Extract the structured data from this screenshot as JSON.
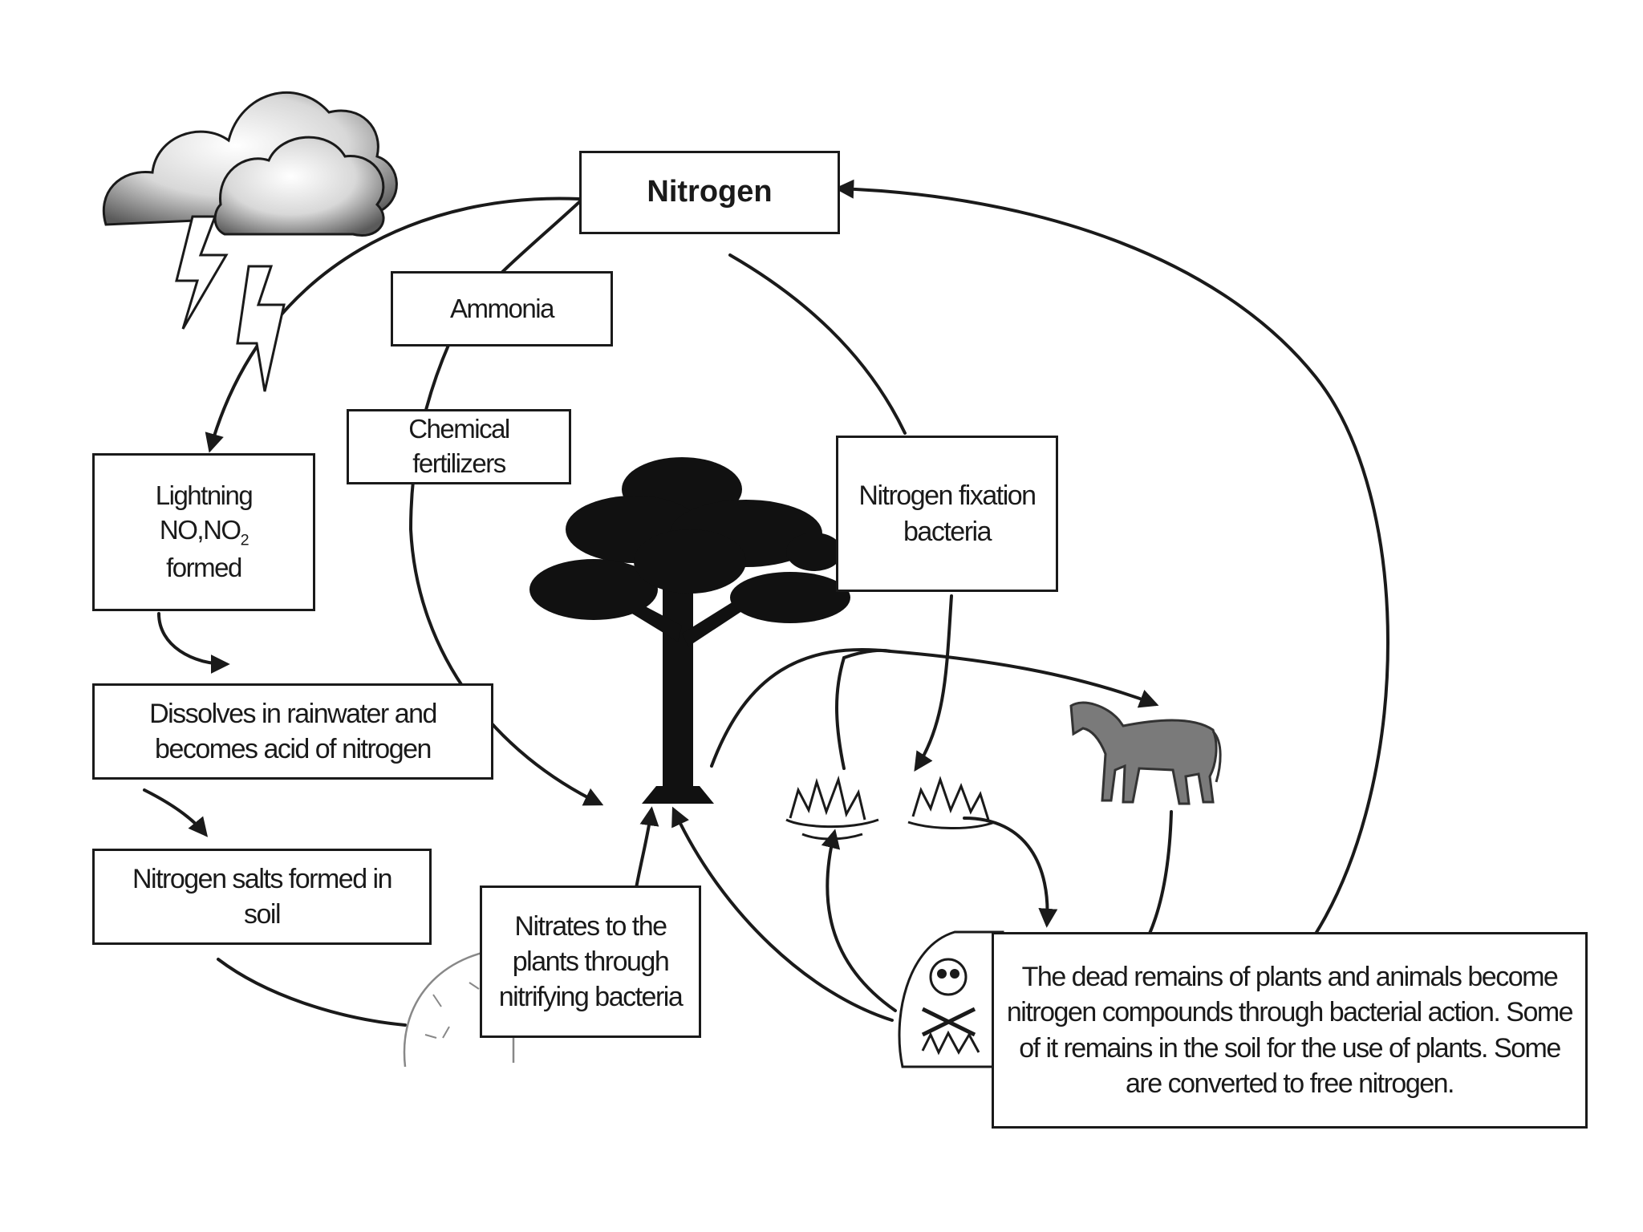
{
  "diagram": {
    "nodes": {
      "nitrogen": "Nitrogen",
      "ammonia": "Ammonia",
      "chemical_fertilizers": [
        "Chemical",
        "fertilizers"
      ],
      "lightning": {
        "line1": "Lightning",
        "formula_a": "NO",
        "formula_b": "NO",
        "formula_sub": "2",
        "line3": "formed"
      },
      "dissolves": [
        "Dissolves in rainwater and",
        "becomes acid of nitrogen"
      ],
      "nitrogen_salts": [
        "Nitrogen salts formed in",
        "soil"
      ],
      "nitrates": [
        "Nitrates to the",
        "plants through",
        "nitrifying bacteria"
      ],
      "fixation": [
        "Nitrogen fixation",
        "bacteria"
      ],
      "dead_remains": [
        "The dead remains of plants and animals become",
        "nitrogen compounds through bacterial action. Some",
        "of it remains in the soil for the use of plants. Some",
        "are converted to free nitrogen."
      ]
    },
    "icons": [
      "storm-cloud-icon",
      "lightning-bolt-icon",
      "tree-icon",
      "horse-icon",
      "plant-icon",
      "skull-icon",
      "soil-mound-icon"
    ],
    "colors": {
      "stroke": "#1a1a1a",
      "horse": "#7a7a7a",
      "cloud": "#d4d4d4"
    }
  }
}
